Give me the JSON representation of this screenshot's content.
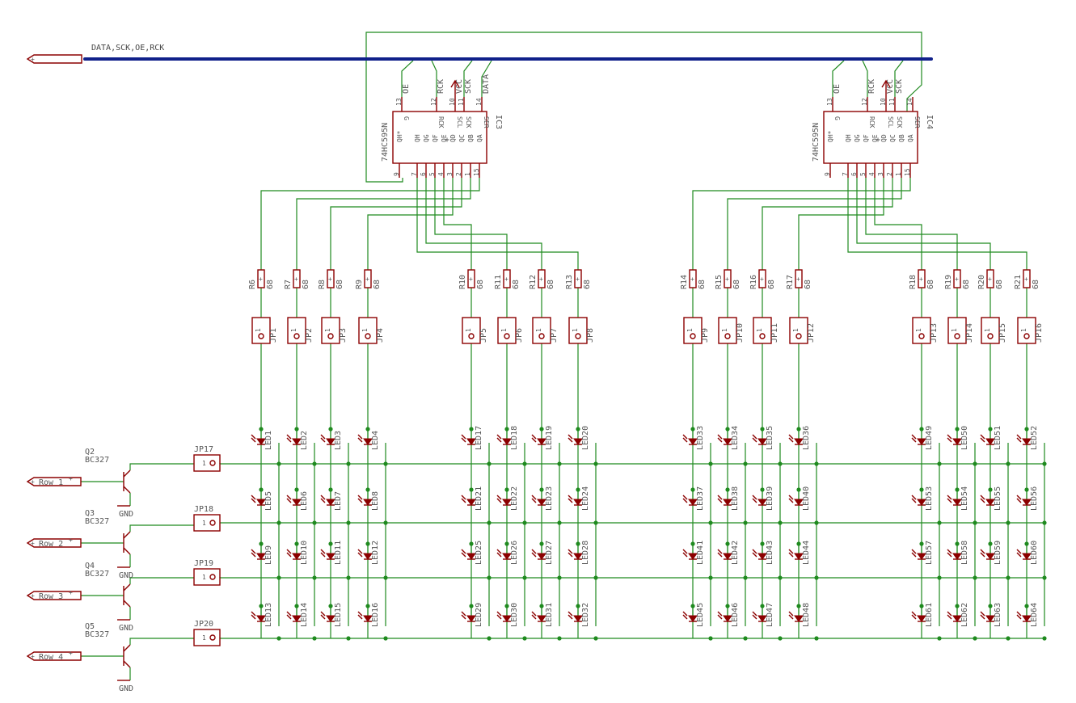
{
  "bus_label": "DATA,SCK,OE,RCK",
  "ics": [
    {
      "name": "IC3",
      "part": "74HC595N",
      "top_pins": [
        {
          "num": "13",
          "name": "G",
          "net": "OE"
        },
        {
          "num": "12",
          "name": "RCK",
          "net": "RCK"
        },
        {
          "num": "10",
          "name": "SCL",
          "net": "VCC"
        },
        {
          "num": "11",
          "name": "SCK",
          "net": "SCK"
        },
        {
          "num": "14",
          "name": "SER",
          "net": "DATA"
        }
      ],
      "bottom_pins": [
        {
          "num": "9",
          "name": "QH*"
        },
        {
          "num": "7",
          "name": "QH"
        },
        {
          "num": "6",
          "name": "QG"
        },
        {
          "num": "5",
          "name": "QF"
        },
        {
          "num": "4",
          "name": "QE"
        },
        {
          "num": "3",
          "name": "QD"
        },
        {
          "num": "2",
          "name": "QC"
        },
        {
          "num": "1",
          "name": "QB"
        },
        {
          "num": "15",
          "name": "QA"
        }
      ]
    },
    {
      "name": "IC4",
      "part": "74HC595N",
      "top_pins": [
        {
          "num": "13",
          "name": "G",
          "net": "OE"
        },
        {
          "num": "12",
          "name": "RCK",
          "net": "RCK"
        },
        {
          "num": "10",
          "name": "SCL",
          "net": "VCC"
        },
        {
          "num": "11",
          "name": "SCK",
          "net": "SCK"
        },
        {
          "num": "14",
          "name": "SER",
          "net": ""
        }
      ],
      "bottom_pins": [
        {
          "num": "9",
          "name": "QH*"
        },
        {
          "num": "7",
          "name": "QH"
        },
        {
          "num": "6",
          "name": "QG"
        },
        {
          "num": "5",
          "name": "QF"
        },
        {
          "num": "4",
          "name": "QE"
        },
        {
          "num": "3",
          "name": "QD"
        },
        {
          "num": "2",
          "name": "QC"
        },
        {
          "num": "1",
          "name": "QB"
        },
        {
          "num": "15",
          "name": "QA"
        }
      ]
    }
  ],
  "resistors": [
    {
      "name": "R6",
      "value": "68"
    },
    {
      "name": "R7",
      "value": "68"
    },
    {
      "name": "R8",
      "value": "68"
    },
    {
      "name": "R9",
      "value": "68"
    },
    {
      "name": "R10",
      "value": "68"
    },
    {
      "name": "R11",
      "value": "68"
    },
    {
      "name": "R12",
      "value": "68"
    },
    {
      "name": "R13",
      "value": "68"
    },
    {
      "name": "R14",
      "value": "68"
    },
    {
      "name": "R15",
      "value": "68"
    },
    {
      "name": "R16",
      "value": "68"
    },
    {
      "name": "R17",
      "value": "68"
    },
    {
      "name": "R18",
      "value": "68"
    },
    {
      "name": "R19",
      "value": "68"
    },
    {
      "name": "R20",
      "value": "68"
    },
    {
      "name": "R21",
      "value": "68"
    }
  ],
  "column_jumpers": [
    "JP1",
    "JP2",
    "JP3",
    "JP4",
    "JP5",
    "JP6",
    "JP7",
    "JP8",
    "JP9",
    "JP10",
    "JP11",
    "JP12",
    "JP13",
    "JP14",
    "JP15",
    "JP16"
  ],
  "jumper_pin": "1",
  "leds": [
    [
      "LED1",
      "LED2",
      "LED3",
      "LED4",
      "LED17",
      "LED18",
      "LED19",
      "LED20",
      "LED33",
      "LED34",
      "LED35",
      "LED36",
      "LED49",
      "LED50",
      "LED51",
      "LED52"
    ],
    [
      "LED5",
      "LED6",
      "LED7",
      "LED8",
      "LED21",
      "LED22",
      "LED23",
      "LED24",
      "LED37",
      "LED38",
      "LED39",
      "LED40",
      "LED53",
      "LED54",
      "LED55",
      "LED56"
    ],
    [
      "LED9",
      "LED10",
      "LED11",
      "LED12",
      "LED25",
      "LED26",
      "LED27",
      "LED28",
      "LED41",
      "LED42",
      "LED43",
      "LED44",
      "LED57",
      "LED58",
      "LED59",
      "LED60"
    ],
    [
      "LED13",
      "LED14",
      "LED15",
      "LED16",
      "LED29",
      "LED30",
      "LED31",
      "LED32",
      "LED45",
      "LED46",
      "LED47",
      "LED48",
      "LED61",
      "LED62",
      "LED63",
      "LED64"
    ]
  ],
  "rows": [
    {
      "transistor": "Q2",
      "part": "BC327",
      "jumper": "JP17",
      "input": "Row 1",
      "gnd": "GND"
    },
    {
      "transistor": "Q3",
      "part": "BC327",
      "jumper": "JP18",
      "input": "Row 2",
      "gnd": "GND"
    },
    {
      "transistor": "Q4",
      "part": "BC327",
      "jumper": "JP19",
      "input": "Row 3",
      "gnd": "GND"
    },
    {
      "transistor": "Q5",
      "part": "BC327",
      "jumper": "JP20",
      "input": "Row 4",
      "gnd": "GND"
    }
  ],
  "colors": {
    "wire": "#1f8a1f",
    "symbol": "#8b0000",
    "bus": "#10208a",
    "text": "#555555"
  }
}
